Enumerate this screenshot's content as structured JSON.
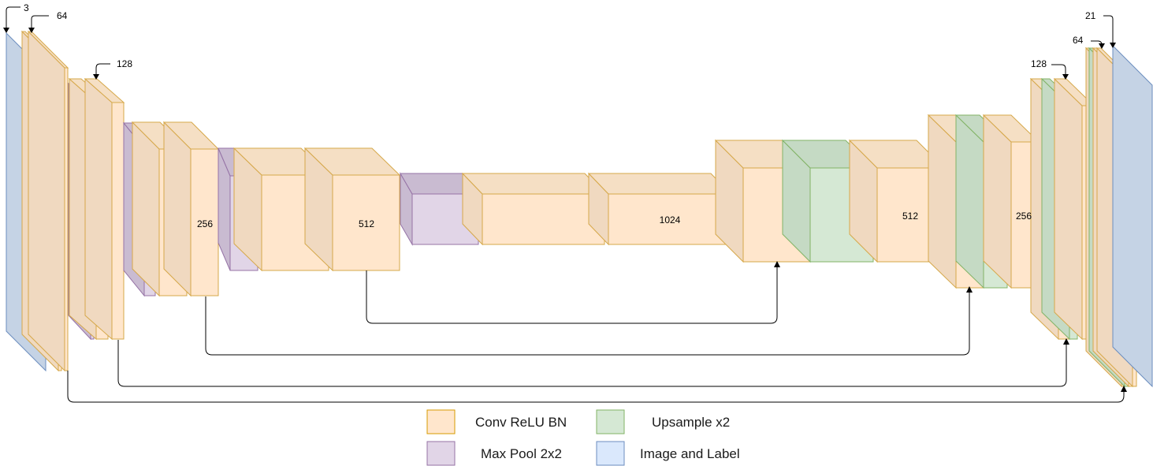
{
  "diagram": {
    "labels": {
      "in_ch": "3",
      "enc1_ch": "64",
      "enc2_ch": "128",
      "enc3_ch": "256",
      "enc4_ch": "512",
      "bottleneck_ch": "1024",
      "dec4_ch": "512",
      "dec3_ch": "256",
      "dec2_ch": "128",
      "dec1_ch": "64",
      "out_ch": "21"
    },
    "legend": [
      {
        "label": "Conv ReLU BN",
        "color": "#ffe6cc",
        "stroke": "#d79b00"
      },
      {
        "label": "Upsample x2",
        "color": "#d5e8d4",
        "stroke": "#82b366"
      },
      {
        "label": "Max Pool 2x2",
        "color": "#e1d5e7",
        "stroke": "#9673a6"
      },
      {
        "label": "Image and Label",
        "color": "#dae8fc",
        "stroke": "#6c8ebf"
      }
    ],
    "colors": {
      "conv_face": "#ffe6cc",
      "conv_side": "#f0d9c0",
      "conv_top": "#f5dfc4",
      "conv_stroke": "#d6a84a",
      "pool_face": "#e1d5e7",
      "pool_side": "#c9bbd1",
      "pool_stroke": "#9673a6",
      "up_face": "#d5e8d4",
      "up_side": "#c5dac4",
      "up_stroke": "#82b366",
      "img_face": "#c5d3e5",
      "img_stroke": "#6c8ebf",
      "arrow": "#000000"
    }
  }
}
